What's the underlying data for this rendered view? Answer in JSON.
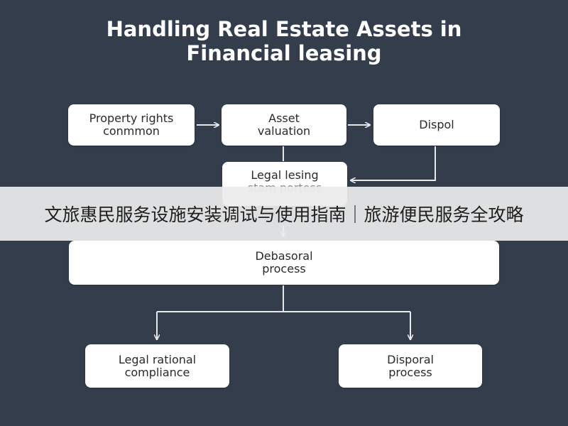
{
  "title": {
    "line1": "Handling Real Estate Assets in",
    "line2": "Financial leasing"
  },
  "nodes": {
    "property_rights": {
      "line1": "Property rights",
      "line2": "conmmon"
    },
    "asset_valuation": {
      "line1": "Asset",
      "line2": "valuation"
    },
    "dispol": {
      "line1": "Dispol"
    },
    "legal_leasing": {
      "line1": "Legal lesing",
      "line2": "stam portess"
    },
    "debasoral": {
      "line1": "Debasoral",
      "line2": "process"
    },
    "legal_compliance": {
      "line1": "Legal rational",
      "line2": "compliance"
    },
    "disporal_process": {
      "line1": "Disporal",
      "line2": "process"
    }
  },
  "banner": {
    "text": "文旅惠民服务设施安装调试与使用指南｜旅游便民服务全攻略"
  },
  "colors": {
    "background": "#343d4c",
    "box": "#ffffff",
    "connector": "#e6e8ec",
    "banner": "#ececec"
  }
}
